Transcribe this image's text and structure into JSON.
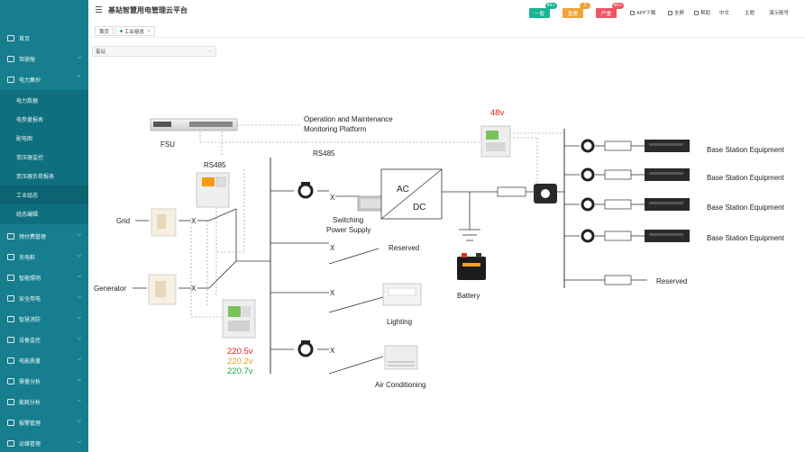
{
  "app": {
    "title": "基站智慧用电管理云平台"
  },
  "topbar": {
    "alerts": [
      {
        "label": "一般",
        "count": "99+",
        "color": "#1ab394",
        "count_color": "#1ab394"
      },
      {
        "label": "重要",
        "count": "5",
        "color": "#f0a33a",
        "count_color": "#f0a33a"
      },
      {
        "label": "严重",
        "count": "99+",
        "color": "#ed5565",
        "count_color": "#ed5565"
      }
    ],
    "links": {
      "app_download": "APP下载",
      "fullscreen": "全屏",
      "help": "帮助",
      "language": "中文",
      "theme": "主题",
      "account": "演示账号"
    }
  },
  "tabs": {
    "home": "首页",
    "active": "工业组态"
  },
  "filter": {
    "site": "基站"
  },
  "sidebar": {
    "items": [
      {
        "label": "首页"
      },
      {
        "label": "驾驶舱"
      },
      {
        "label": "电力集抄"
      },
      {
        "label": "预付费管理"
      },
      {
        "label": "充电桩"
      },
      {
        "label": "智能照明"
      },
      {
        "label": "安全用电"
      },
      {
        "label": "智慧消防"
      },
      {
        "label": "设备监控"
      },
      {
        "label": "电能质量"
      },
      {
        "label": "需量分析"
      },
      {
        "label": "能耗分析"
      },
      {
        "label": "报警管理"
      },
      {
        "label": "运维管理"
      }
    ],
    "submenu": [
      {
        "label": "电力数据"
      },
      {
        "label": "电参量报表"
      },
      {
        "label": "配电图"
      },
      {
        "label": "变压器监控"
      },
      {
        "label": "变压器负荷报表"
      },
      {
        "label": "工业组态"
      },
      {
        "label": "组态编辑"
      }
    ]
  },
  "diagram": {
    "fsu": "FSU",
    "platform_line1": "Operation and Maintenance",
    "platform_line2": "Monitoring Platform",
    "rs485_left": "RS485",
    "rs485_bus": "RS485",
    "dc_voltage": "48v",
    "grid": "Grid",
    "generator": "Generator",
    "voltage_a": "220.5v",
    "voltage_b": "220.2v",
    "voltage_c": "220.7v",
    "voltage_a_color": "#e02020",
    "voltage_b_color": "#f0a020",
    "voltage_c_color": "#20a040",
    "acdc_ac": "AC",
    "acdc_dc": "DC",
    "sps_line1": "Switching",
    "sps_line2": "Power Supply",
    "reserved_ac": "Reserved",
    "lighting": "Lighting",
    "air_conditioning": "Air Conditioning",
    "battery": "Battery",
    "equipment": [
      "Base Station Equipment",
      "Base Station Equipment",
      "Base Station Equipment",
      "Base Station Equipment"
    ],
    "reserved_dc": "Reserved",
    "x_mark": "X"
  }
}
